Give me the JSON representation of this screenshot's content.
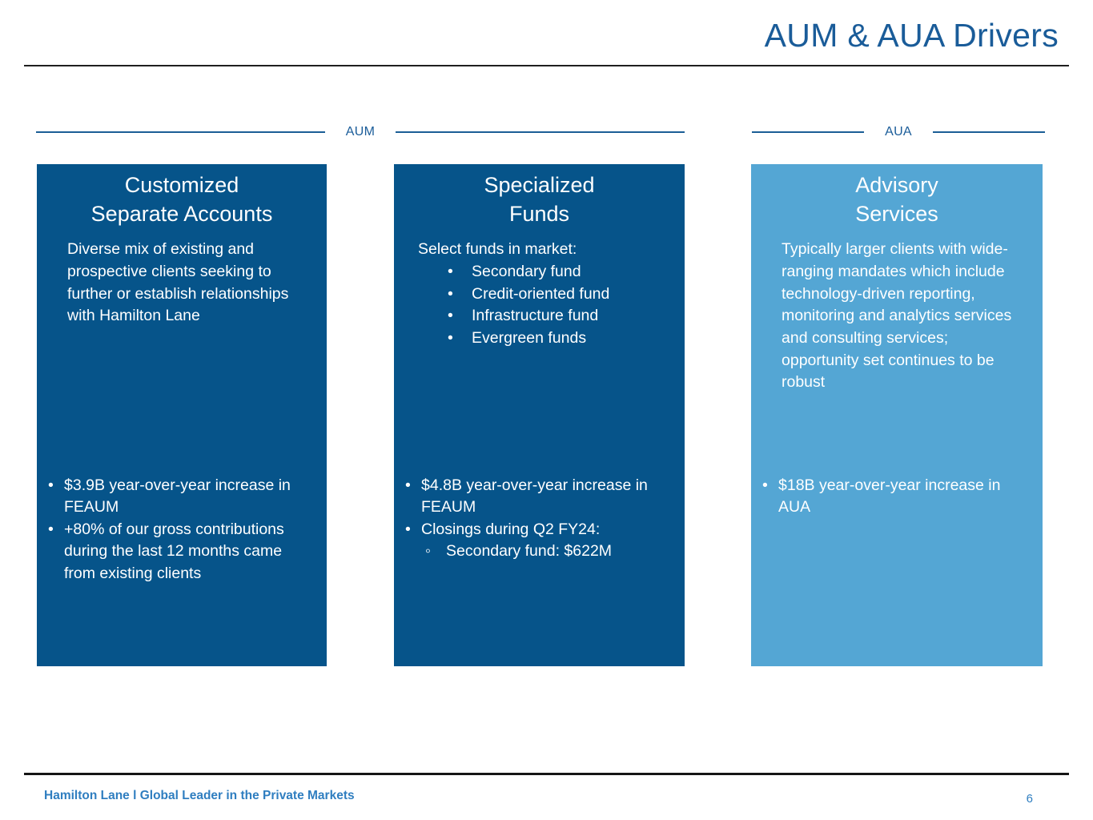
{
  "slide": {
    "title": "AUM & AUA Drivers",
    "footer": "Hamilton Lane l Global Leader in the Private Markets",
    "page_number": "6"
  },
  "section_labels": {
    "aum": "AUM",
    "aua": "AUA"
  },
  "markers": {
    "bullet": "•",
    "sub_bullet": "◦"
  },
  "cards": [
    {
      "title_line1": "Customized",
      "title_line2": "Separate Accounts",
      "body": "Diverse mix of existing and prospective clients seeking to further or establish relationships with Hamilton Lane",
      "bullets": [
        {
          "text": "$3.9B year-over-year increase in FEAUM"
        },
        {
          "text": "+80% of our gross contributions during the last 12 months came from existing clients"
        }
      ]
    },
    {
      "title_line1": "Specialized",
      "title_line2": "Funds",
      "body_intro": "Select funds in market:",
      "fund_bullets": [
        {
          "text": "Secondary fund"
        },
        {
          "text": "Credit-oriented fund"
        },
        {
          "text": "Infrastructure fund"
        },
        {
          "text": "Evergreen funds"
        }
      ],
      "bullets": [
        {
          "text": "$4.8B year-over-year increase in FEAUM"
        },
        {
          "text": "Closings during Q2 FY24:"
        },
        {
          "text": "Secondary fund: $622M"
        }
      ]
    },
    {
      "title_line1": "Advisory",
      "title_line2": "Services",
      "body": "Typically larger clients with wide-ranging mandates which include technology-driven reporting, monitoring and analytics services and consulting services; opportunity set continues to be robust",
      "bullets": [
        {
          "text": "$18B year-over-year increase in AUA"
        }
      ]
    }
  ],
  "colors": {
    "card_dark": "#06548a",
    "card_light": "#54a6d4",
    "accent_blue": "#1a5c99",
    "footer_blue": "#2f7ec0",
    "rule_dark": "#1f1f1f"
  }
}
